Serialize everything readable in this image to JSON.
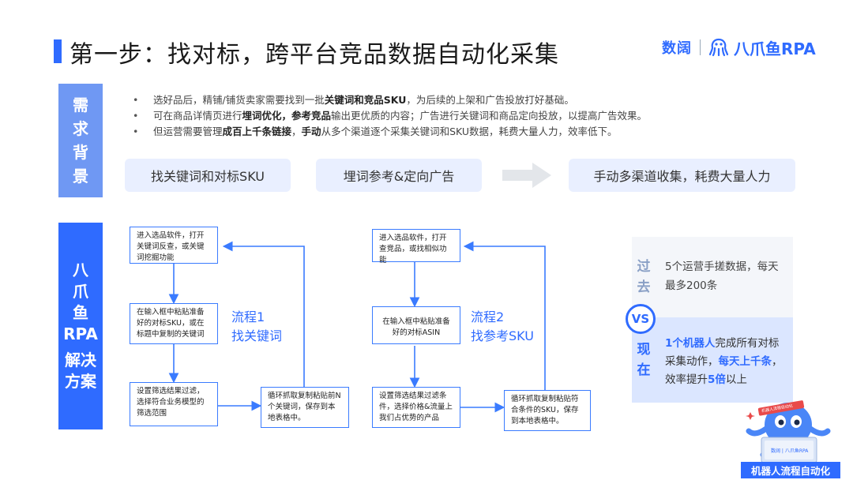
{
  "title": "第一步：找对标，跨平台竞品数据自动化采集",
  "logo": {
    "brand1": "数阔",
    "brand2": "八爪鱼RPA",
    "colors": {
      "accent": "#2f6bff"
    }
  },
  "need": {
    "label": [
      "需",
      "求",
      "背",
      "景"
    ],
    "bullets": [
      {
        "pre": "选好品后，精铺/铺货卖家需要找到一批",
        "bold": "关键词和竞品SKU",
        "post": "，为后续的上架和广告投放打好基础。"
      },
      {
        "pre": "可在商品详情页进行",
        "bold": "埋词优化，参考竞品",
        "post": "输出更优质的内容；广告进行关键词和商品定向投放，以提高广告效果。"
      },
      {
        "pre": "但运营需要管理",
        "bold": "成百上千条链接",
        "mid": "，",
        "bold2": "手动",
        "post": "从多个渠道逐个采集关键词和SKU数据，耗费大量人力，效率低下。"
      }
    ],
    "pills": [
      "找关键词和对标SKU",
      "埋词参考&定向广告",
      "手动多渠道收集，耗费大量人力"
    ]
  },
  "solution": {
    "label": [
      "八",
      "爪",
      "鱼",
      "RPA",
      "解决",
      "方案"
    ],
    "flow1": {
      "name": [
        "流程1",
        "找关键词"
      ],
      "steps": [
        "进入选品软件，打开关键词反查，或关键词挖掘功能",
        "在输入框中粘贴准备好的对标SKU，或在标题中复制的关键词",
        "设置筛选结果过滤，选择符合业务模型的筛选范围",
        "循环抓取复制粘贴前N个关键词，保存到本地表格中。"
      ]
    },
    "flow2": {
      "name": [
        "流程2",
        "找参考SKU"
      ],
      "steps": [
        "进入选品软件，打开查竞品，或找相似功能",
        "在输入框中粘贴准备好的对标ASIN",
        "设置筛选结果过滤条件，选择价格&流量上我们占优势的产品",
        "循环抓取复制粘贴符合条件的SKU，保存到本地表格中。"
      ]
    }
  },
  "compare": {
    "past_label": [
      "过",
      "去"
    ],
    "past_text": "5个运营手搓数据，每天最多200条",
    "vs": "VS",
    "now_label": [
      "现",
      "在"
    ],
    "now_hl1": "1个机器人",
    "now_t1": "完成所有对标采集动作，",
    "now_hl2": "每天上千条",
    "now_t2": "，效率提升",
    "now_hl3": "5倍",
    "now_t3": "以上"
  },
  "mascot": {
    "label": "机器人流程自动化",
    "screen": "数阔 | 八爪鱼RPA",
    "ribbon": "机器人流程自动化"
  }
}
